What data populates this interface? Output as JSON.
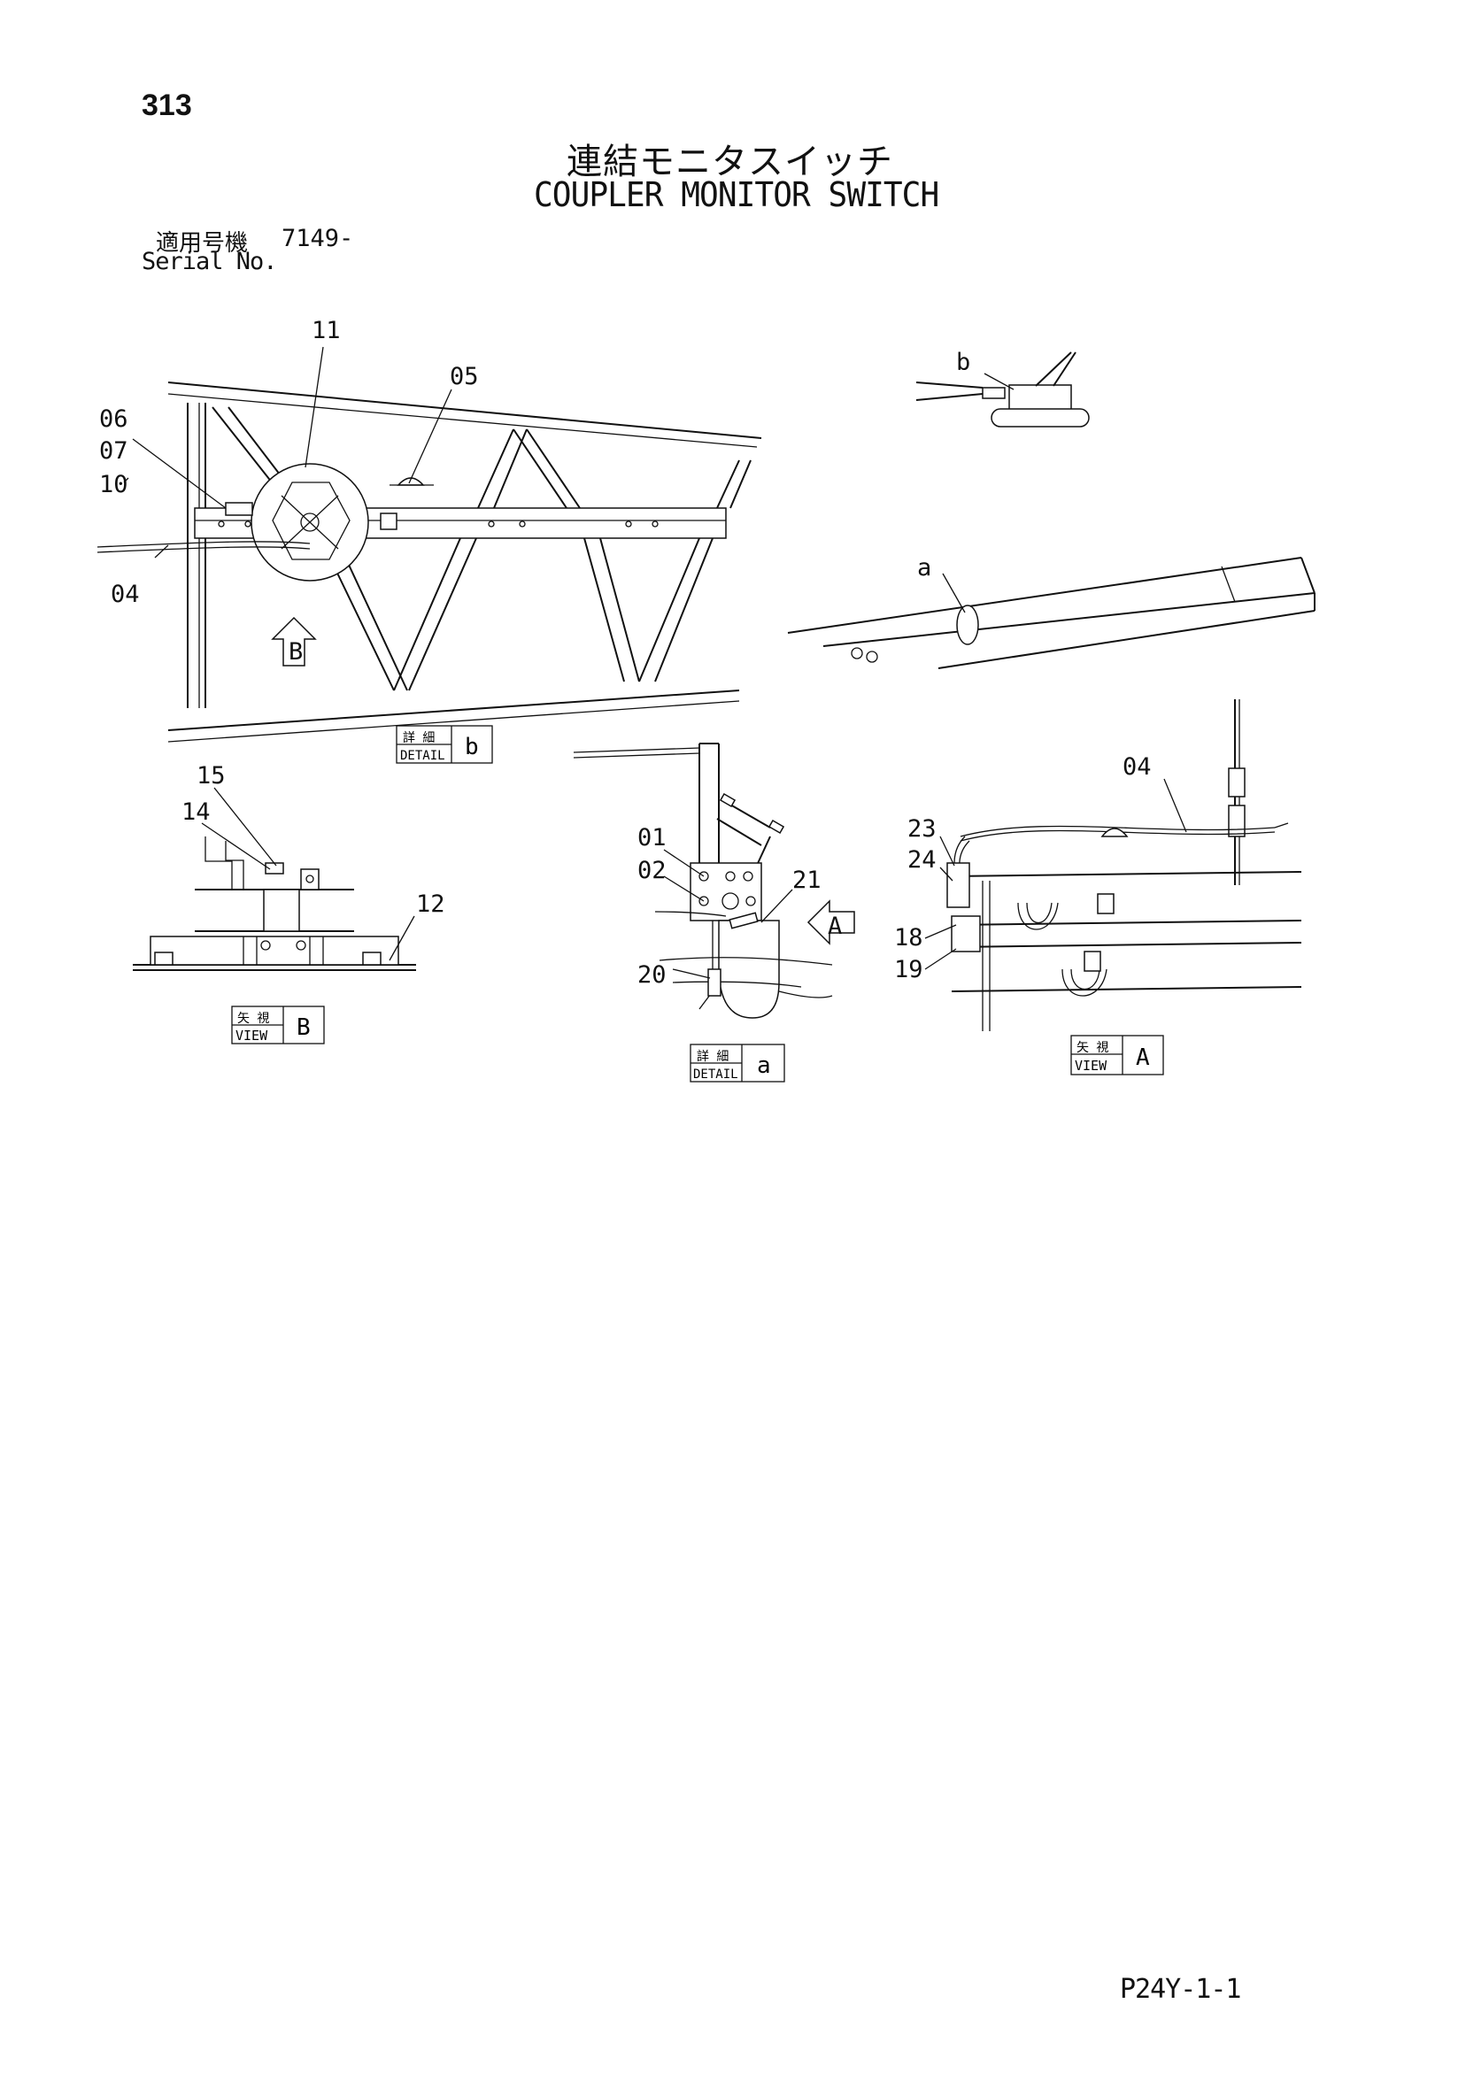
{
  "page_number": "313",
  "title_jp": "連結モニタスイッチ",
  "title_en": "COUPLER MONITOR SWITCH",
  "serial": {
    "label_jp": "適用号機",
    "label_en": "Serial No.",
    "value": "7149-"
  },
  "drawing_code": "P24Y-1-1",
  "callouts": {
    "c11": "11",
    "c05": "05",
    "c06": "06",
    "c07": "07",
    "c10": "10",
    "c04": "04",
    "c15": "15",
    "c14": "14",
    "c12": "12",
    "c01": "01",
    "c02": "02",
    "c21": "21",
    "c20": "20",
    "c04b": "04",
    "c23": "23",
    "c24": "24",
    "c18": "18",
    "c19": "19"
  },
  "arrow_marks": {
    "B": "B",
    "A": "A",
    "a": "a",
    "b": "b"
  },
  "boxes": {
    "detail_b": {
      "jp": "詳 細",
      "en": "DETAIL",
      "ref": "b"
    },
    "view_b": {
      "jp": "矢 視",
      "en": "VIEW",
      "ref": "B"
    },
    "detail_a": {
      "jp": "詳 細",
      "en": "DETAIL",
      "ref": "a"
    },
    "view_a": {
      "jp": "矢 視",
      "en": "VIEW",
      "ref": "A"
    }
  }
}
